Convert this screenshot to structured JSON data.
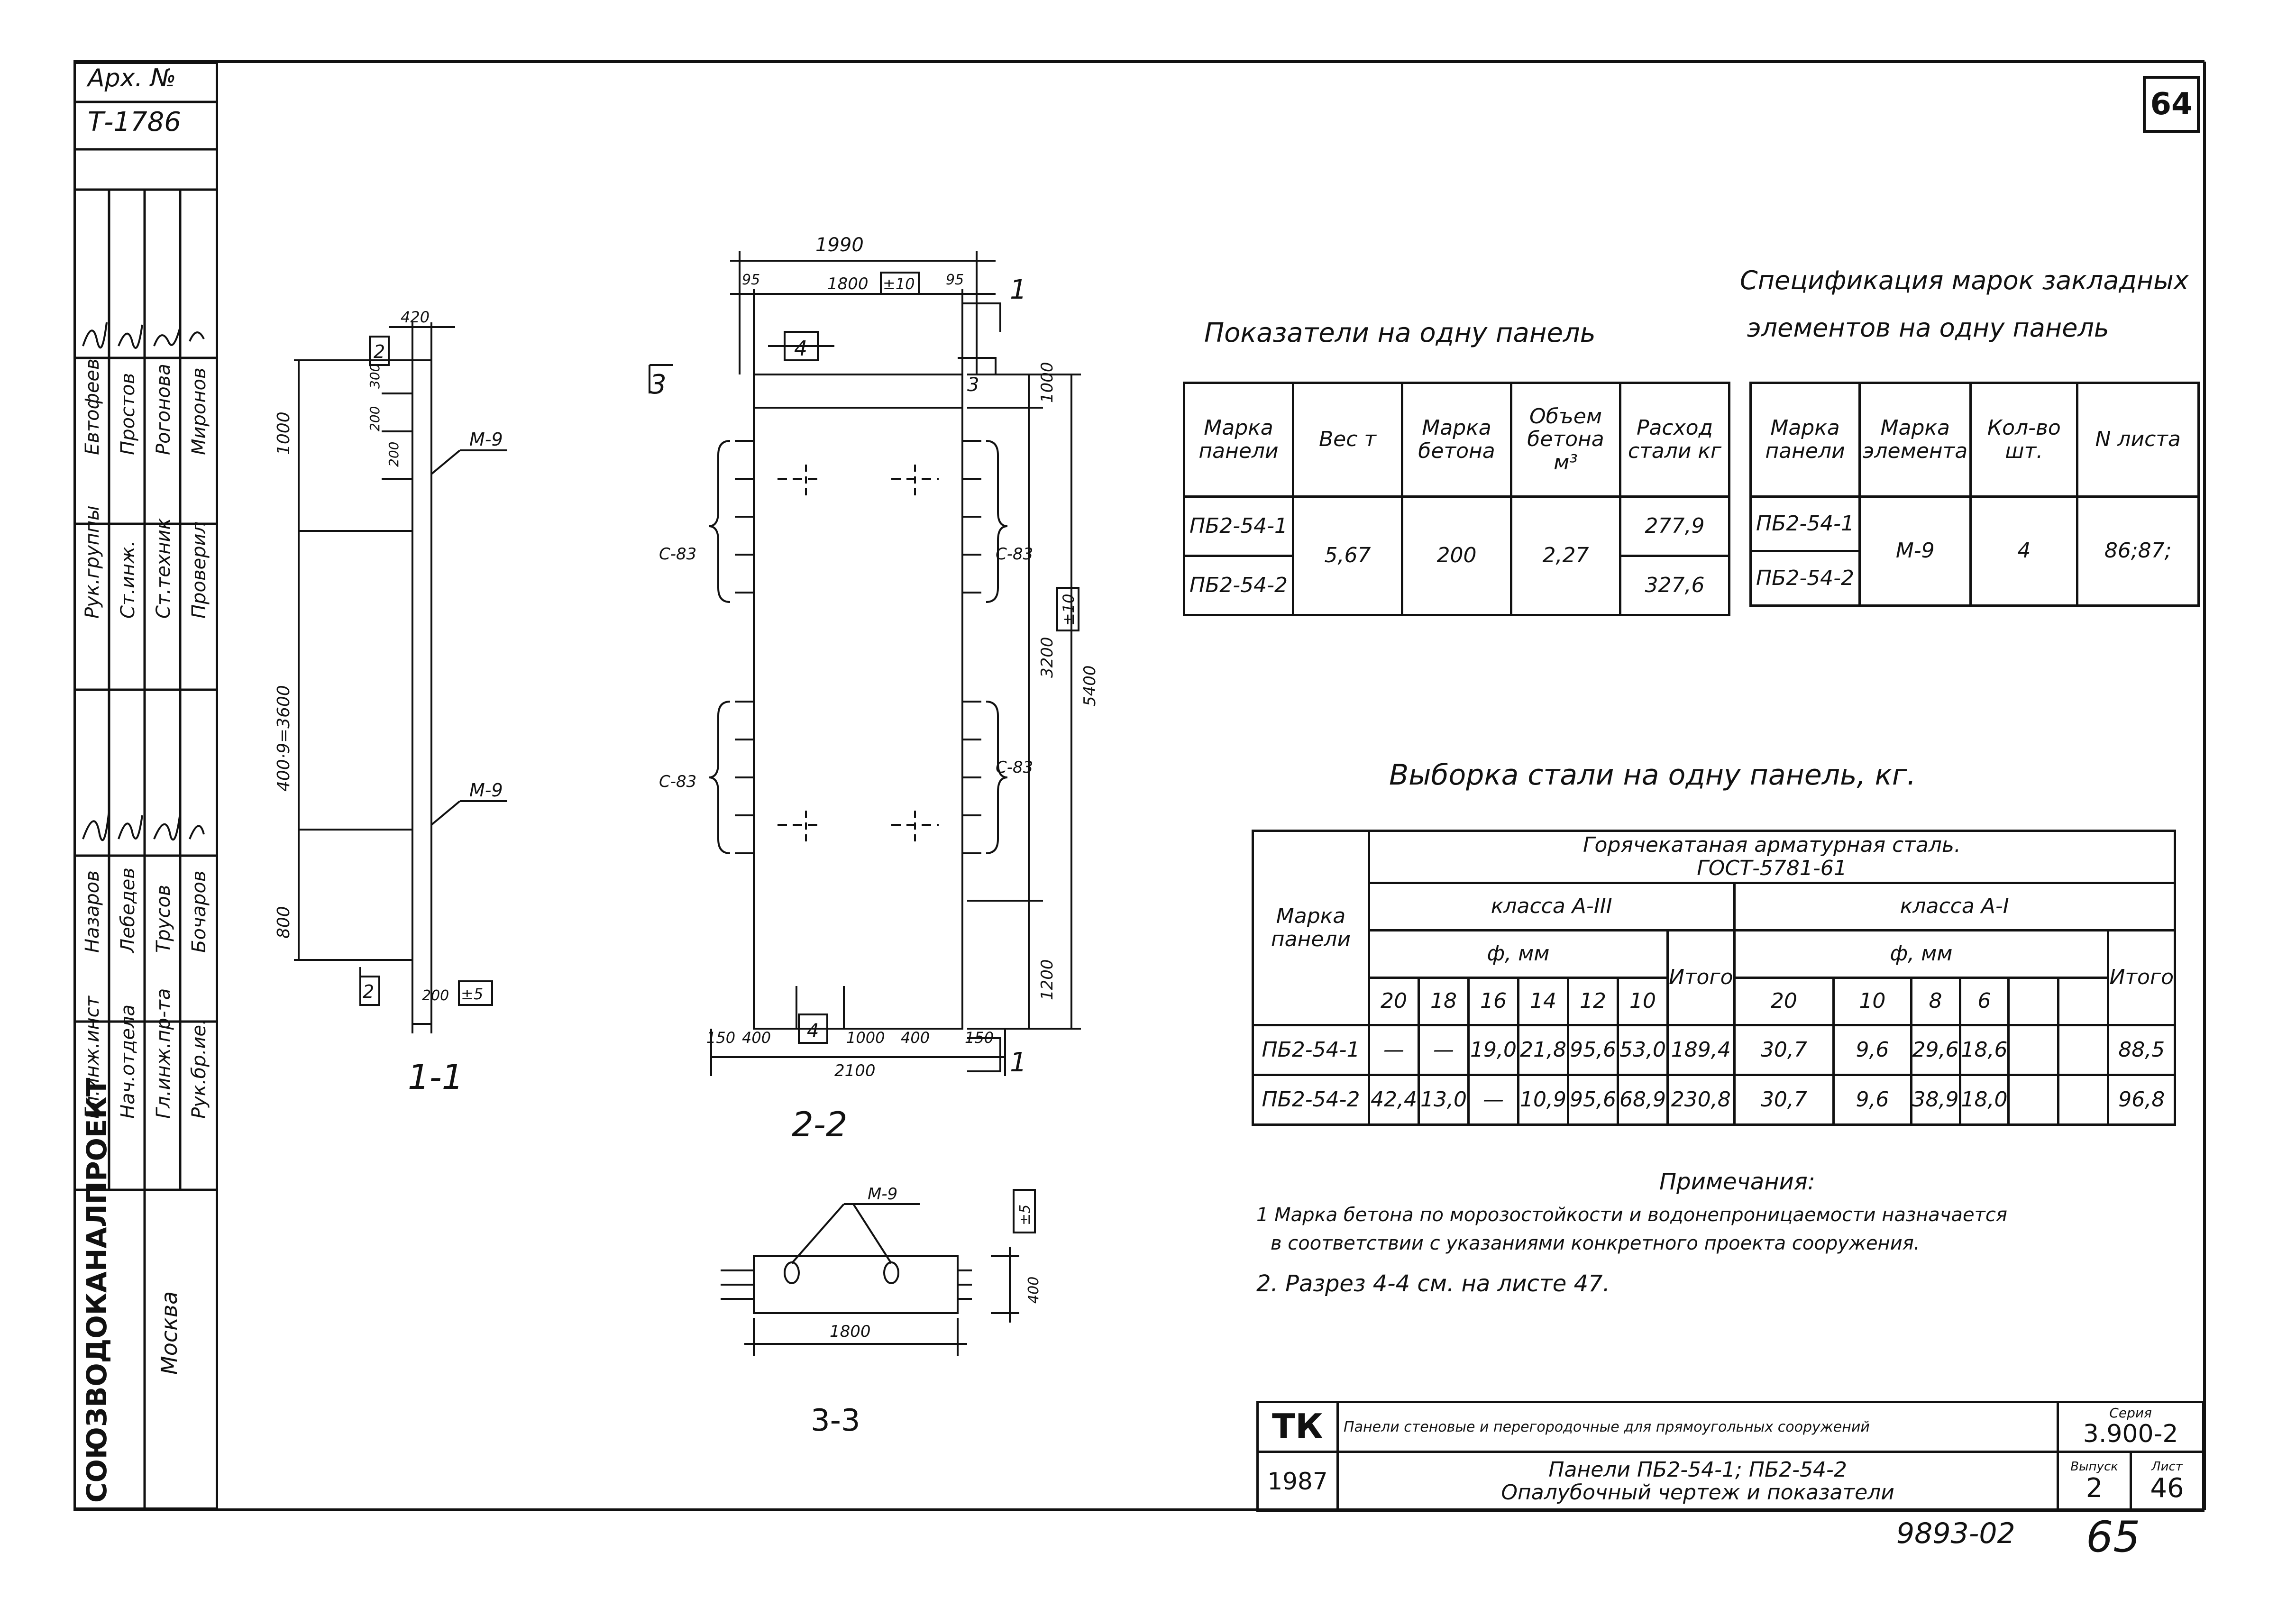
{
  "sheet_number_top": "64",
  "archive": {
    "label": "Арх. №",
    "number": "Т-1786"
  },
  "stamp_people": {
    "rows": [
      {
        "position": "Гл.инж.инст",
        "name": "Назаров"
      },
      {
        "position": "Нач.отдела",
        "name": "Лебедев"
      },
      {
        "position": "Гл.инж.пр-та",
        "name": "Трусов"
      },
      {
        "position": "Рук.бр.ие.",
        "name": "Бочаров"
      }
    ],
    "rows2": [
      {
        "position": "Рук.группы",
        "name": "Евтофеев"
      },
      {
        "position": "Ст.инж.",
        "name": "Простов"
      },
      {
        "position": "Ст.техник",
        "name": "Рогонова"
      },
      {
        "position": "Проверил",
        "name": "Миронов"
      }
    ]
  },
  "organization": {
    "name": "СОЮЗВОДОКАНАЛПРОЕКТ",
    "city": "Москва"
  },
  "section_1_1": {
    "label": "1-1",
    "dims": {
      "top_width": "420",
      "d1": "1000",
      "d2": "400·9=3600",
      "d3": "800",
      "d4": "200",
      "d5": "300",
      "d6": "200",
      "d7": "200",
      "tol": "±5",
      "base": "200"
    },
    "mark_top": "М-9",
    "mark_mid": "М-9",
    "cut_top": "2",
    "cut_bottom": "2"
  },
  "section_2_2": {
    "label": "2-2",
    "dims": {
      "overall_top": "1990",
      "inner_top": "1800",
      "tol_top": "±10",
      "side_left": "95",
      "side_right": "95",
      "h1": "1000",
      "h2": "3200",
      "h_tol": "±10",
      "h3": "1200",
      "h_total": "5400",
      "b1": "150",
      "b2": "400",
      "b3": "1000",
      "b4": "400",
      "b5": "150",
      "bottom_total": "2100"
    },
    "cut_top_right": "1",
    "cut_bottom_right": "1",
    "cut_left": "3",
    "cut_right": "3",
    "cut4_top": "4",
    "cut4_bottom": "4",
    "marks": [
      "С-83",
      "С-83",
      "С-83",
      "С-83"
    ]
  },
  "section_3_3": {
    "label": "3-3",
    "mark": "М-9",
    "width": "1800",
    "height": "400",
    "tol": "±5"
  },
  "table1": {
    "title": "Показатели на одну панель",
    "headers": [
      "Марка панели",
      "Вес т",
      "Марка бетона",
      "Объем бетона м³",
      "Расход стали кг"
    ],
    "rows": [
      {
        "mark": "ПБ2-54-1",
        "weight": "5,67",
        "concrete": "200",
        "volume": "2,27",
        "steel": "277,9"
      },
      {
        "mark": "ПБ2-54-2",
        "weight": "",
        "concrete": "",
        "volume": "",
        "steel": "327,6"
      }
    ]
  },
  "table2": {
    "title_line1": "Спецификация марок закладных",
    "title_line2": "элементов на одну панель",
    "headers": [
      "Марка панели",
      "Марка элемента",
      "Кол-во шт.",
      "N листа"
    ],
    "rows": [
      {
        "mark": "ПБ2-54-1",
        "element": "М-9",
        "qty": "4",
        "sheet": "86;87;"
      },
      {
        "mark": "ПБ2-54-2"
      }
    ]
  },
  "table3": {
    "title": "Выборка стали на одну панель, кг.",
    "steel_header_l1": "Горячекатаная арматурная сталь.",
    "steel_header_l2": "ГОСТ-5781-61",
    "mark_header": "Марка панели",
    "class_a3": "класса А-III",
    "class_a1": "класса А-I",
    "phi_mm": "ф, мм",
    "itogo": "Итого",
    "diam_a3": [
      "20",
      "18",
      "16",
      "14",
      "12",
      "10"
    ],
    "diam_a1": [
      "20",
      "10",
      "8",
      "6",
      "",
      ""
    ],
    "rows": [
      {
        "mark": "ПБ2-54-1",
        "a3": [
          "—",
          "—",
          "19,0",
          "21,8",
          "95,6",
          "53,0"
        ],
        "a3_total": "189,4",
        "a1": [
          "30,7",
          "9,6",
          "29,6",
          "18,6",
          "",
          ""
        ],
        "a1_total": "88,5"
      },
      {
        "mark": "ПБ2-54-2",
        "a3": [
          "42,4",
          "13,0",
          "—",
          "10,9",
          "95,6",
          "68,9"
        ],
        "a3_total": "230,8",
        "a1": [
          "30,7",
          "9,6",
          "38,9",
          "18,0",
          "",
          ""
        ],
        "a1_total": "96,8"
      }
    ]
  },
  "notes": {
    "title": "Примечания:",
    "items": [
      "1 Марка бетона по морозостойкости и водонепроницаемости назначается",
      "в соответствии с указаниями конкретного проекта сооружения.",
      "2. Разрез 4-4 см. на листе 47."
    ]
  },
  "title_block": {
    "org_code": "ТК",
    "year": "1987",
    "description": "Панели стеновые и перегородочные для прямоугольных сооружений",
    "name_line1": "Панели ПБ2-54-1; ПБ2-54-2",
    "name_line2": "Опалубочный чертеж и показатели",
    "series_label": "Серия",
    "series": "3.900-2",
    "issue_label": "Выпуск",
    "issue": "2",
    "sheet_label": "Лист",
    "sheet": "46"
  },
  "footer": {
    "doc_number": "9893-02",
    "page": "65"
  }
}
